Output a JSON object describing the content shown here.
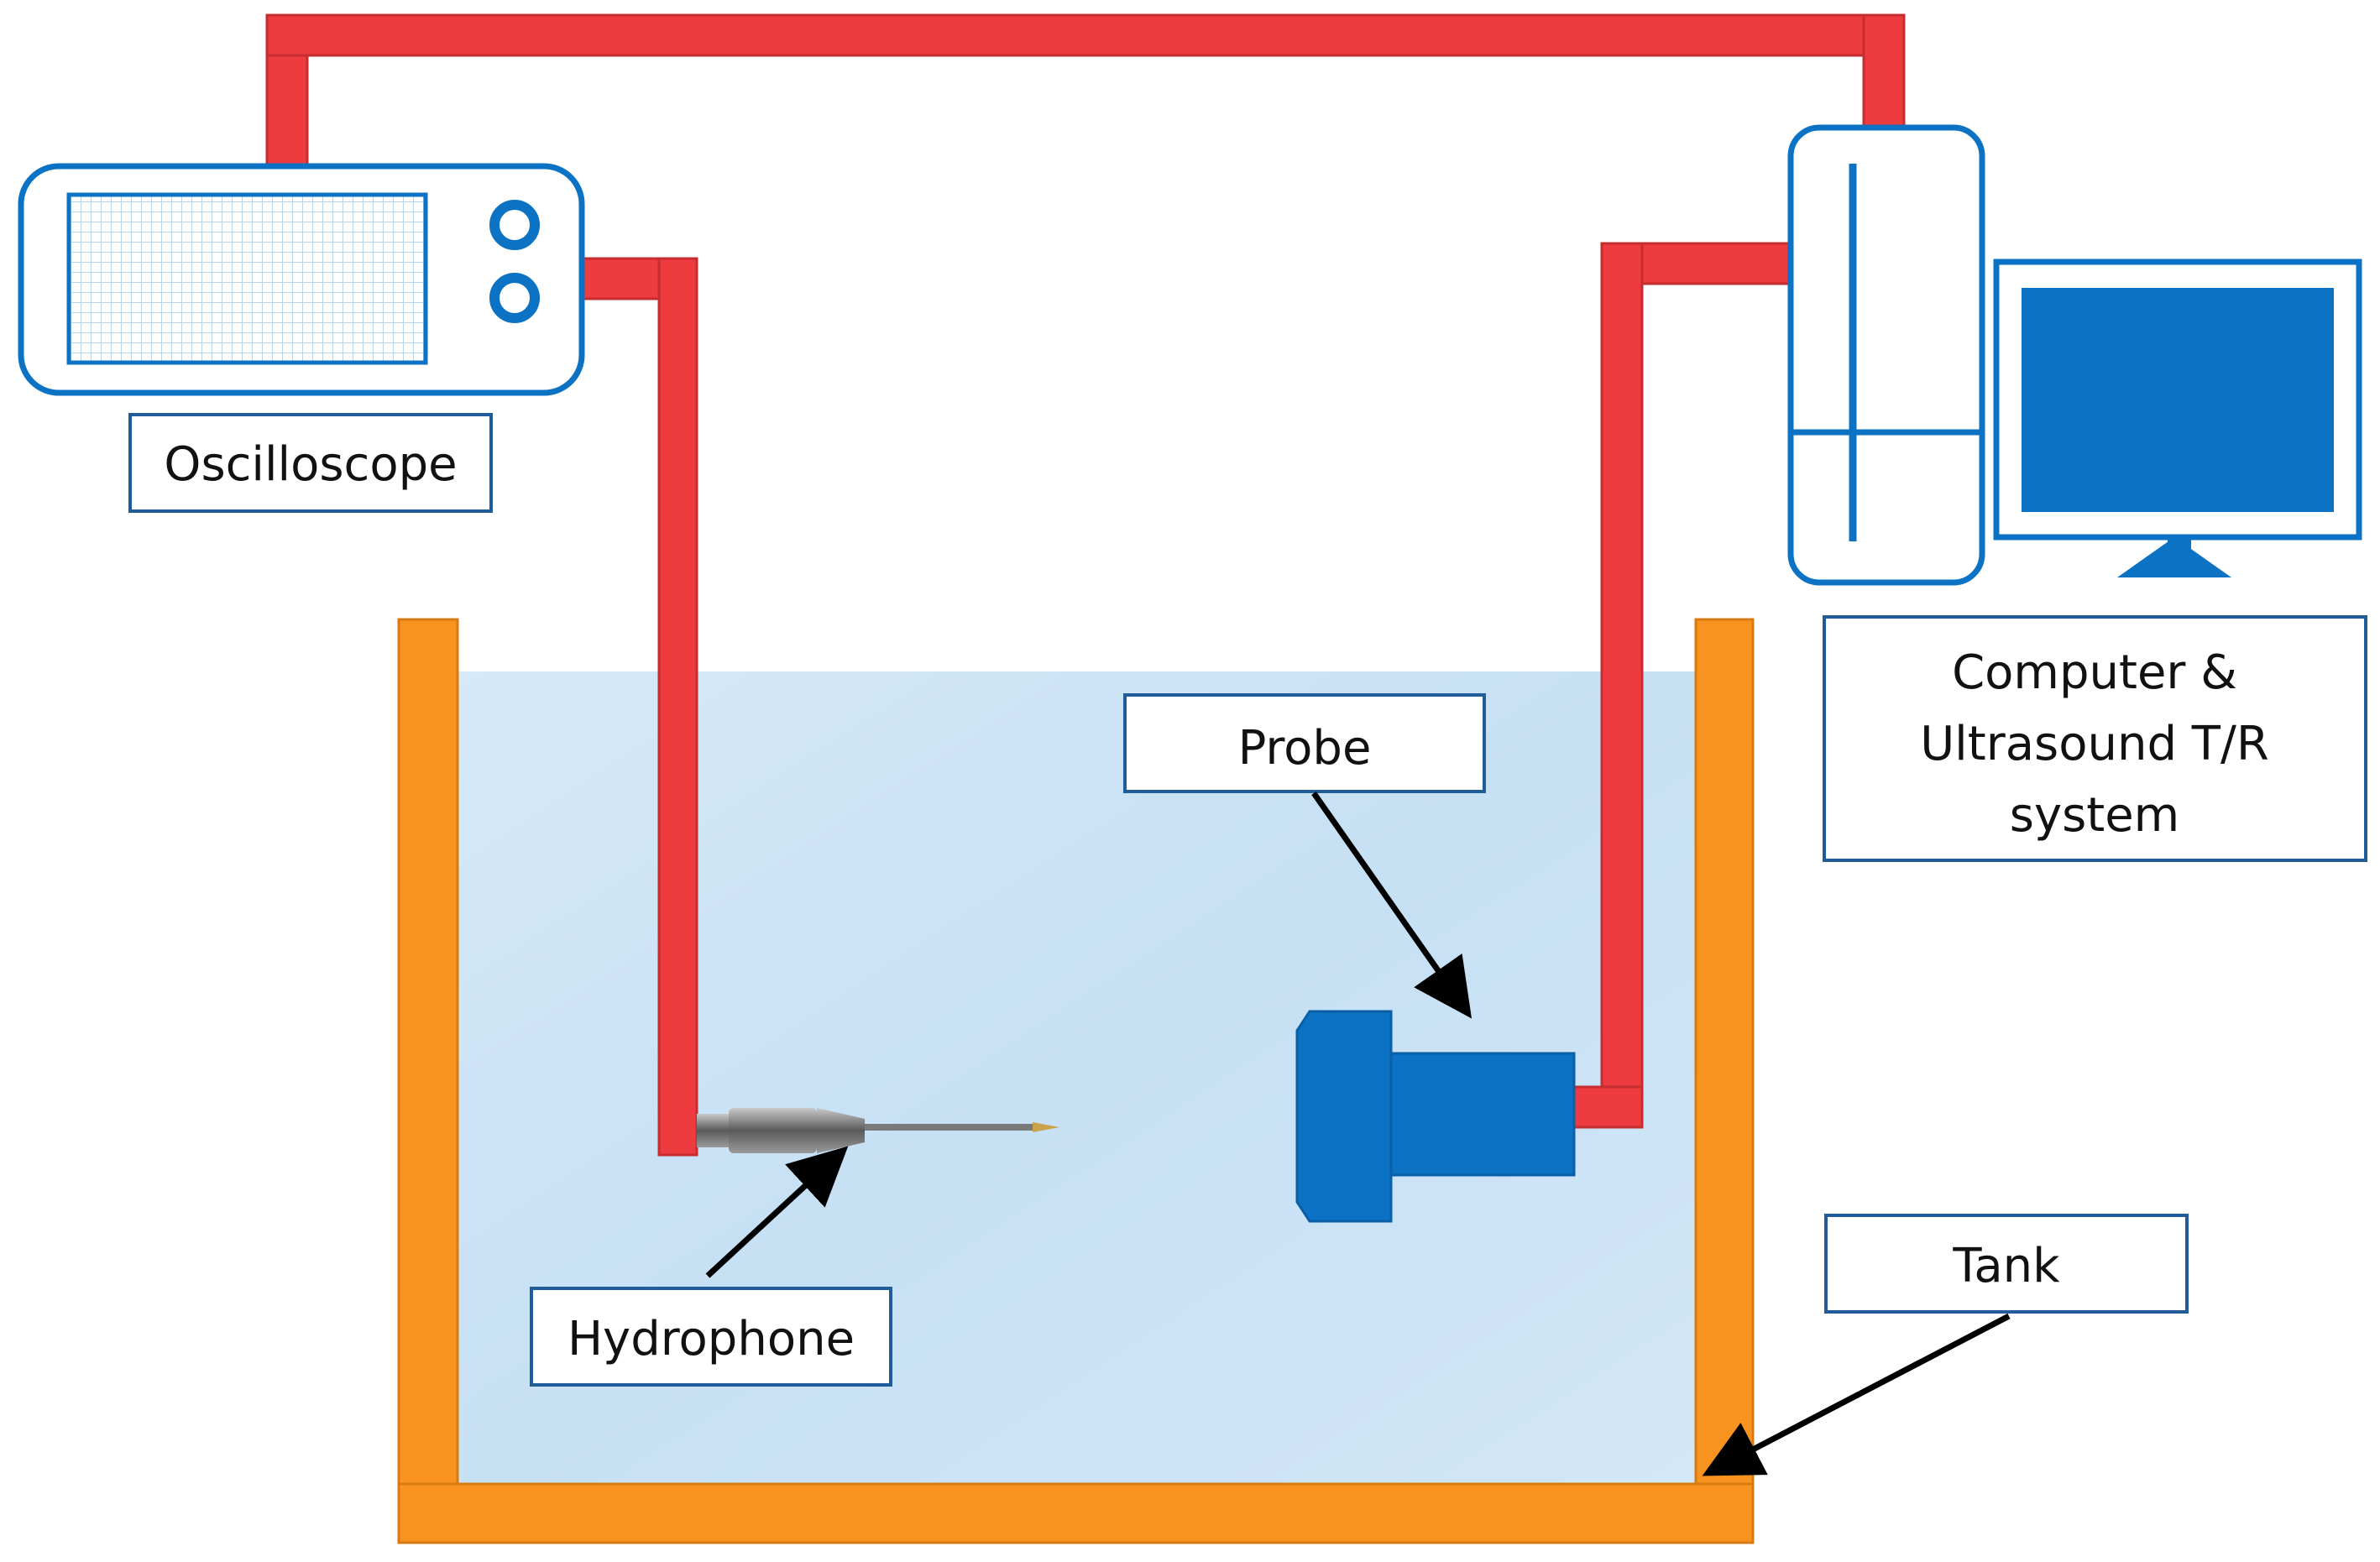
{
  "labels": {
    "oscilloscope": "Oscilloscope",
    "computer_line1": "Computer &",
    "computer_line2": "Ultrasound T/R",
    "computer_line3": "system",
    "probe": "Probe",
    "hydrophone": "Hydrophone",
    "tank": "Tank"
  },
  "colors": {
    "cable": "#ee3b3f",
    "cable_stroke": "#c62d30",
    "tank": "#f7931e",
    "tank_stroke": "#d97a10",
    "water": "#cfe6f7",
    "device_blue": "#0b72c4",
    "label_border": "#1f5c99",
    "screen_grid": "#b8d6f0"
  },
  "icons": [
    "oscilloscope-icon",
    "computer-tower-icon",
    "monitor-icon",
    "probe-icon",
    "hydrophone-icon"
  ]
}
